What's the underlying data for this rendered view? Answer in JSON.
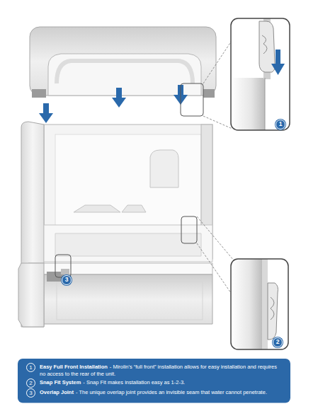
{
  "diagram": {
    "nodes": [
      {
        "text": [
          "1",
          "Easy Full Front Installation",
          "- Mirolin's “full front” installation allows for easy installation and requires no access to the rear of the unit.",
          "2",
          "Snap Fit System",
          "- Snap Fit makes installation easy as 1-2-3.",
          "3",
          "Overlap Joint",
          "- The unique overlap joint provides an invisible seam that water cannot penetrate."
        ]
      }
    ],
    "labels": [
      "1",
      "2",
      "3"
    ]
  }
}
